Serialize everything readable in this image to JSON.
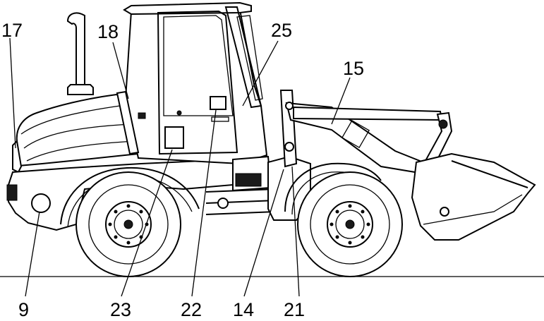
{
  "diagram": {
    "callouts": {
      "c17": "17",
      "c18": "18",
      "c25": "25",
      "c15": "15",
      "c9": "9",
      "c23": "23",
      "c22": "22",
      "c14": "14",
      "c21": "21"
    }
  }
}
